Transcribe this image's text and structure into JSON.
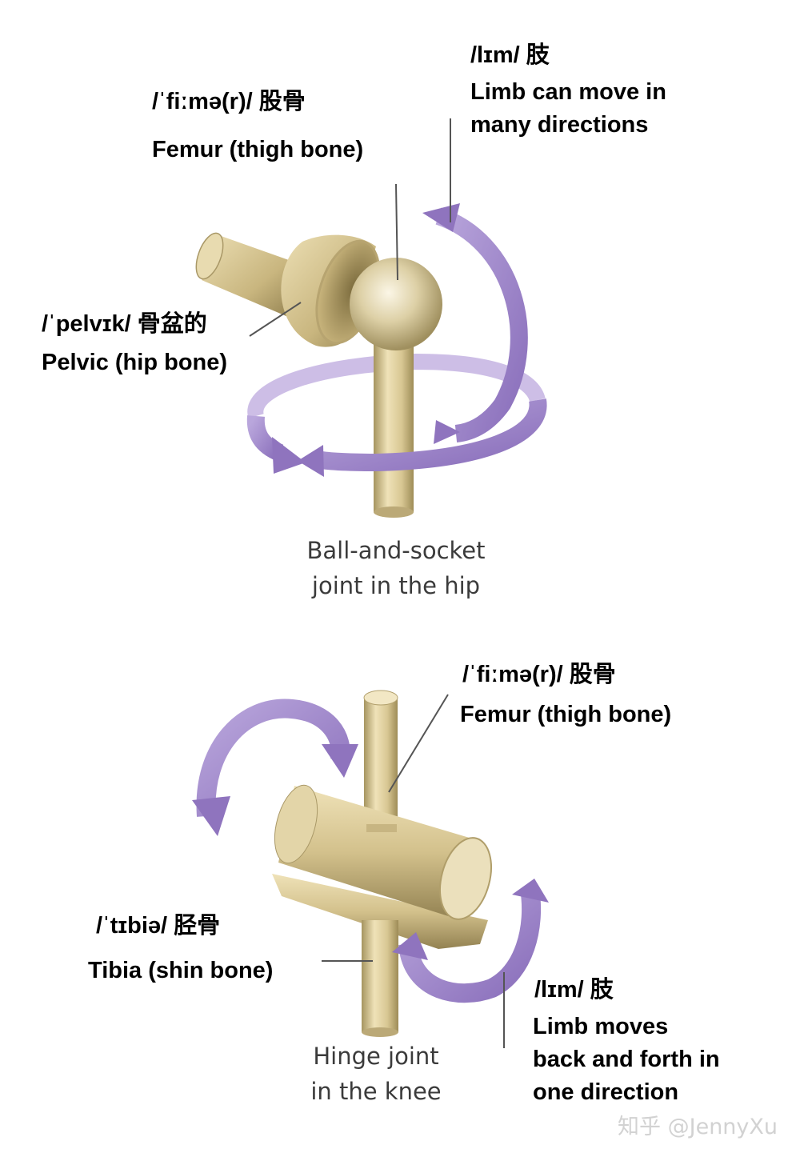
{
  "hip": {
    "femur_ipa": "/ˈfiːmə(r)/ 股骨",
    "femur_name": "Femur (thigh bone)",
    "limb_ipa": "/lɪm/ 肢",
    "limb_line1": "Limb can move in",
    "limb_line2": "many directions",
    "pelvic_ipa": "/ˈpelvɪk/ 骨盆的",
    "pelvic_name": "Pelvic (hip bone)",
    "caption_line1": "Ball-and-socket",
    "caption_line2": "joint in the hip"
  },
  "knee": {
    "femur_ipa": "/ˈfiːmə(r)/ 股骨",
    "femur_name": "Femur (thigh bone)",
    "tibia_ipa": "/ˈtɪbiə/ 胫骨",
    "tibia_name": "Tibia (shin bone)",
    "limb_ipa": "/lɪm/ 肢",
    "limb_line1": "Limb moves",
    "limb_line2": "back and forth in",
    "limb_line3": "one direction",
    "caption_line1": "Hinge joint",
    "caption_line2": "in the knee"
  },
  "watermark": "知乎 @JennyXu",
  "colors": {
    "bone": "#d9c998",
    "bone_shadow": "#8c7c4f",
    "arrow": "#9d85c7",
    "text": "#000000",
    "caption": "#3b3b3b"
  }
}
